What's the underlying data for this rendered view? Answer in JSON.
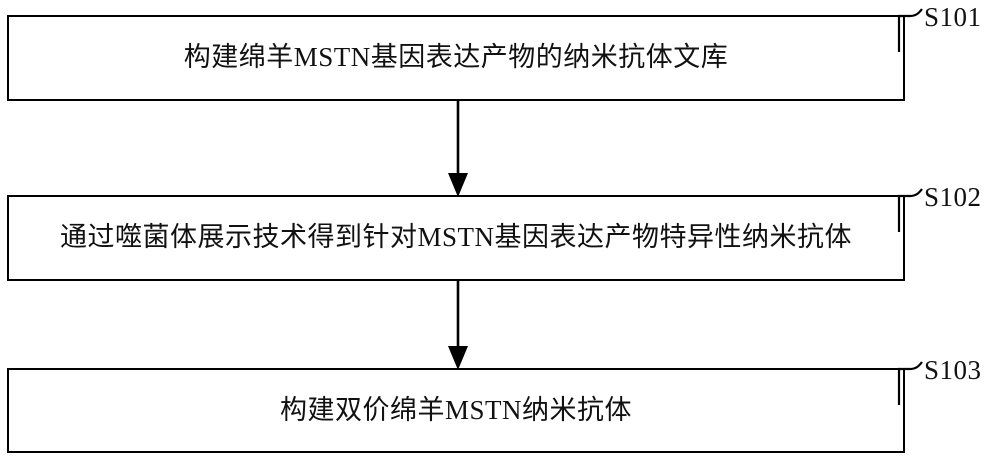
{
  "diagram": {
    "type": "flowchart",
    "orientation": "vertical",
    "background_color": "#ffffff",
    "line_color": "#000000",
    "text_color": "#111111",
    "steps": [
      {
        "id": "S101",
        "label": "S101",
        "text": "构建绵羊MSTN基因表达产物的纳米抗体文库"
      },
      {
        "id": "S102",
        "label": "S102",
        "text": "通过噬菌体展示技术得到针对MSTN基因表达产物特异性纳米抗体"
      },
      {
        "id": "S103",
        "label": "S103",
        "text": "构建双价绵羊MSTN纳米抗体"
      }
    ],
    "connectors": [
      {
        "from": "S101",
        "to": "S102",
        "style": "arrow-down"
      },
      {
        "from": "S102",
        "to": "S103",
        "style": "arrow-down"
      }
    ]
  }
}
